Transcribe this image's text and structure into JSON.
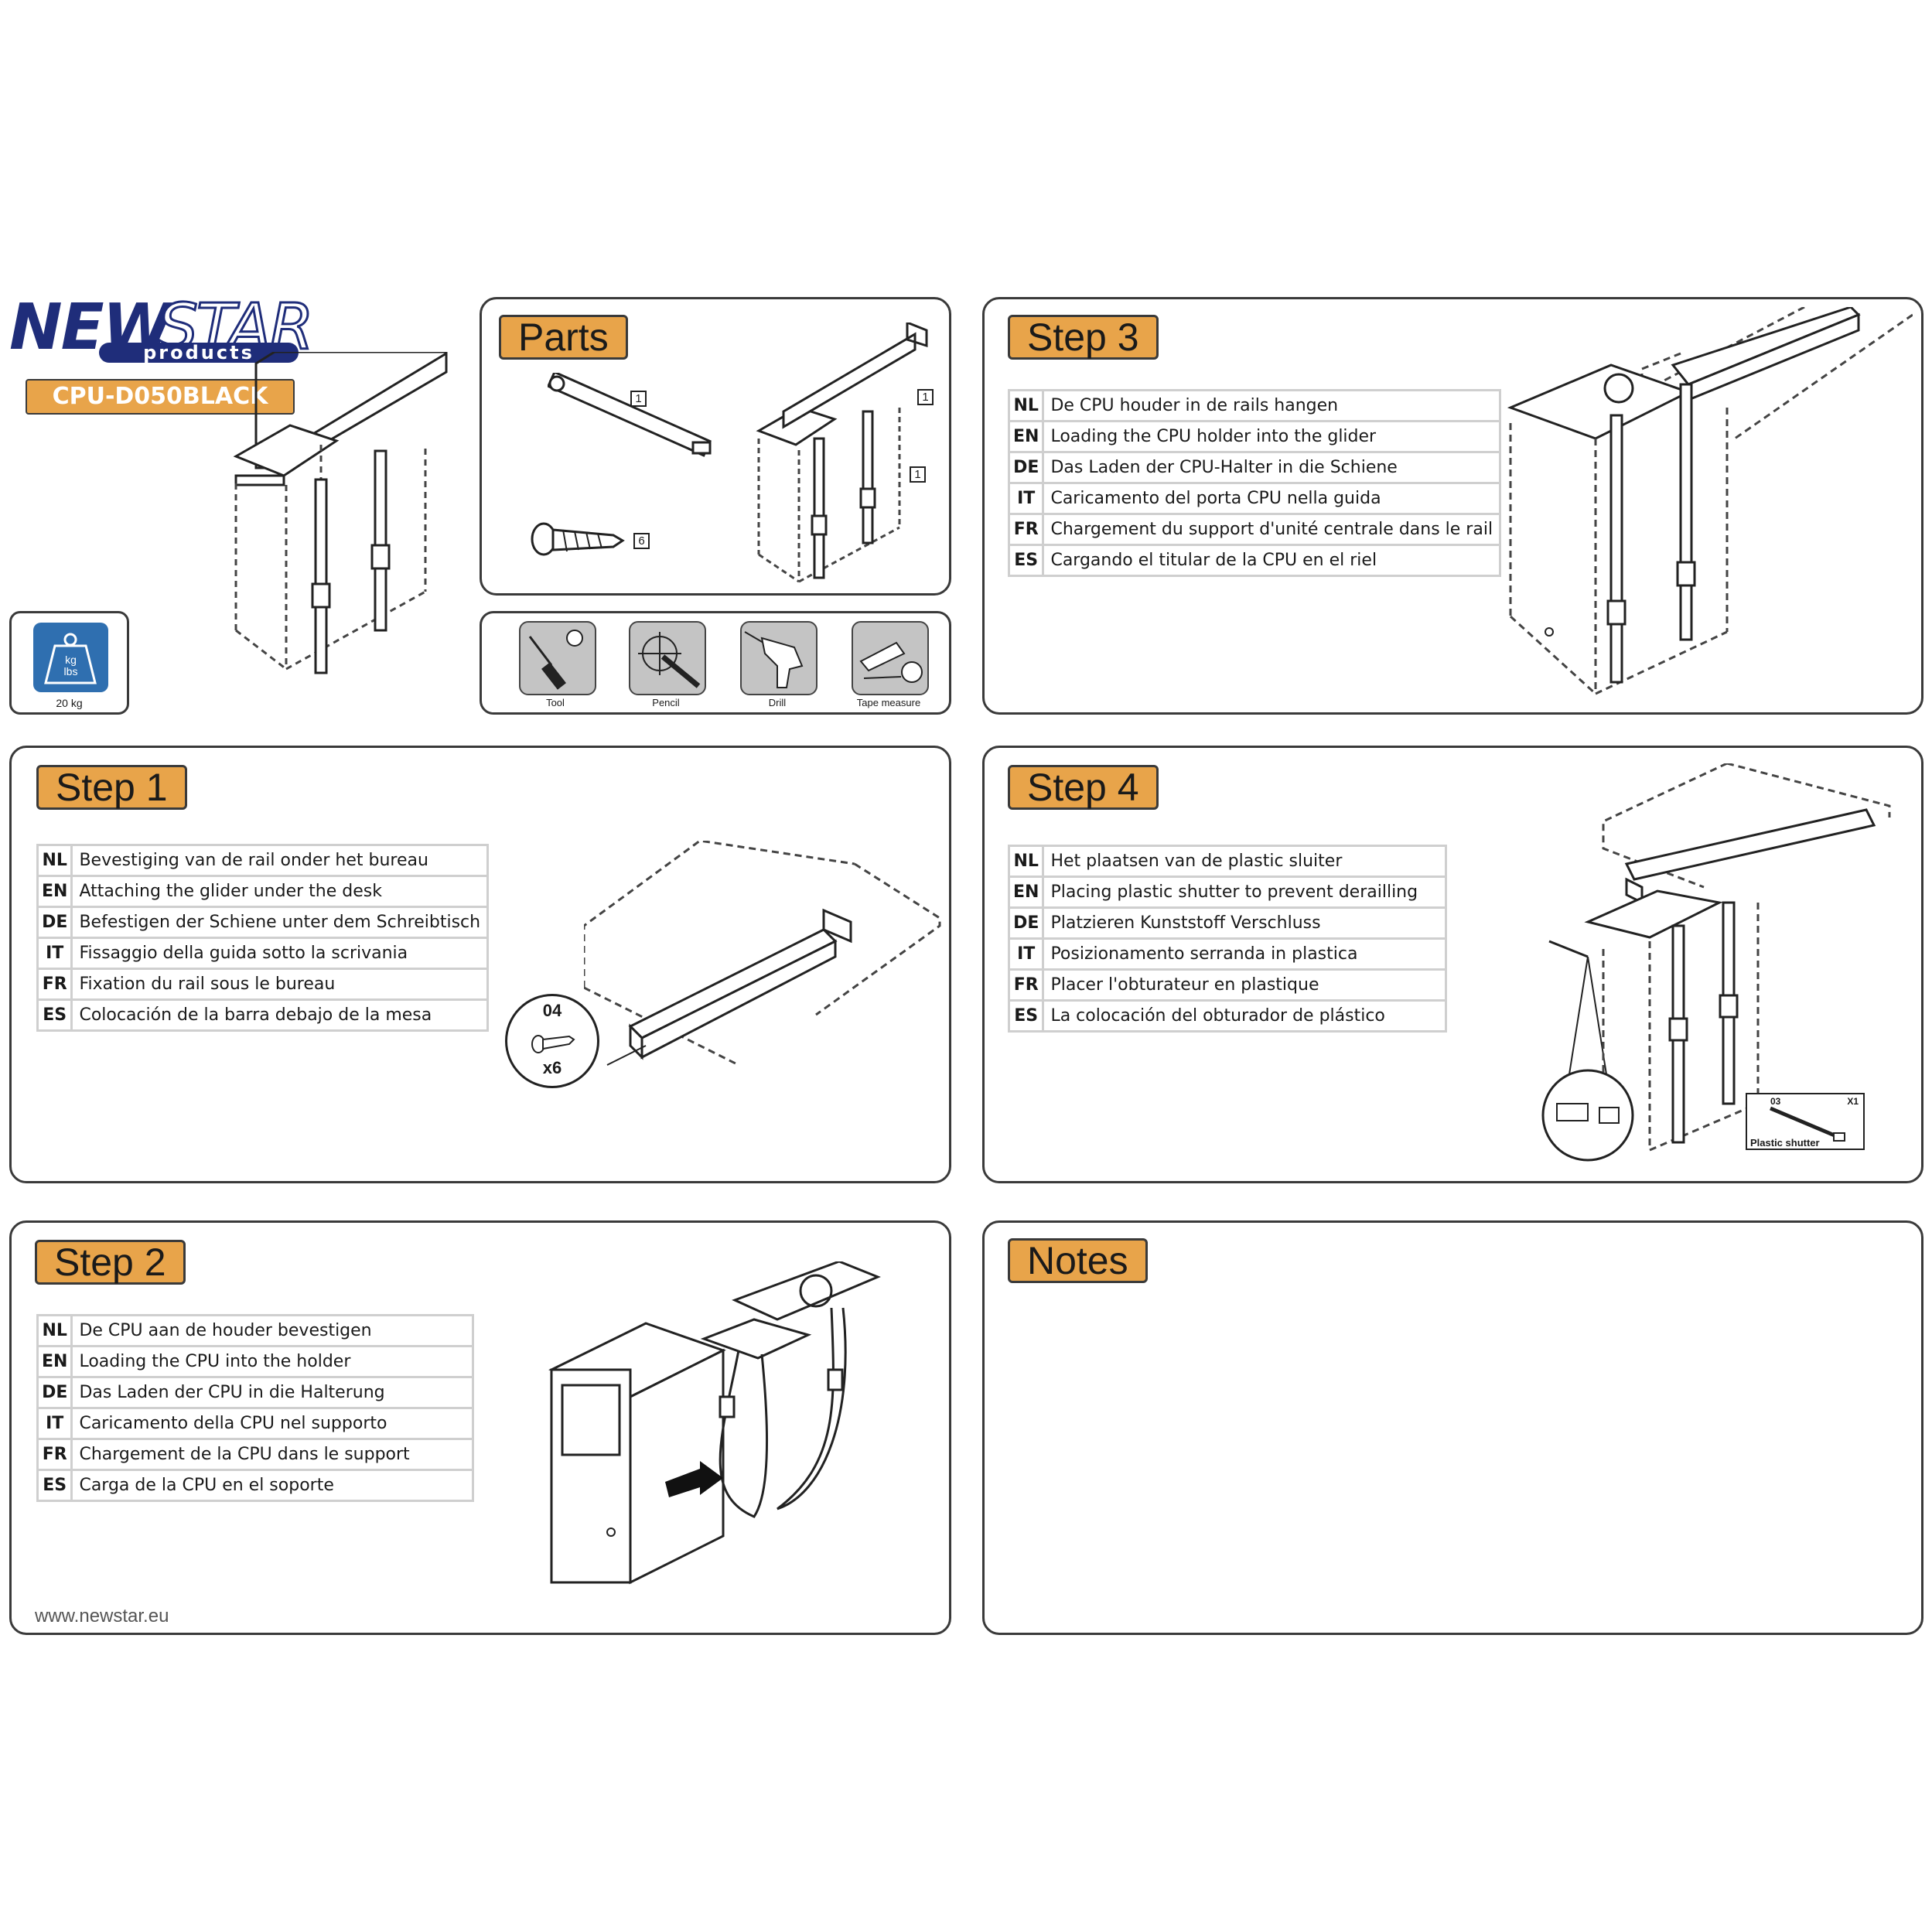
{
  "brand": {
    "name_bold": "NEW",
    "name_light": "STAR",
    "sub": "products",
    "model": "CPU-D050BLACK",
    "weight_unit_1": "kg",
    "weight_unit_2": "lbs",
    "weight_value": "20 kg",
    "website": "www.newstar.eu"
  },
  "colors": {
    "accent": "#e8a44a",
    "brand_blue": "#1f2d7a",
    "weight_blue": "#2f6fb0",
    "border": "#3a3a3a"
  },
  "parts": {
    "title": "Parts",
    "callout_1": "1",
    "callout_6": "6",
    "tools": [
      "Tool",
      "Pencil",
      "Drill",
      "Tape measure"
    ]
  },
  "step1": {
    "title": "Step 1",
    "rows": [
      {
        "code": "NL",
        "text": "Bevestiging van de rail onder het bureau"
      },
      {
        "code": "EN",
        "text": "Attaching the glider under the desk"
      },
      {
        "code": "DE",
        "text": "Befestigen der Schiene unter dem Schreibtisch"
      },
      {
        "code": "IT",
        "text": "Fissaggio della guida sotto la scrivania"
      },
      {
        "code": "FR",
        "text": "Fixation du rail sous le bureau"
      },
      {
        "code": "ES",
        "text": "Colocación de la barra debajo de la mesa"
      }
    ],
    "screw_code": "04",
    "screw_qty": "x6"
  },
  "step2": {
    "title": "Step 2",
    "rows": [
      {
        "code": "NL",
        "text": "De CPU aan de houder bevestigen"
      },
      {
        "code": "EN",
        "text": "Loading the CPU into the holder"
      },
      {
        "code": "DE",
        "text": "Das Laden der CPU in die Halterung"
      },
      {
        "code": "IT",
        "text": "Caricamento della CPU nel supporto"
      },
      {
        "code": "FR",
        "text": "Chargement de la CPU dans le support"
      },
      {
        "code": "ES",
        "text": "Carga de la CPU en el soporte"
      }
    ]
  },
  "step3": {
    "title": "Step 3",
    "rows": [
      {
        "code": "NL",
        "text": "De CPU houder in de rails hangen"
      },
      {
        "code": "EN",
        "text": "Loading the CPU holder into the glider"
      },
      {
        "code": "DE",
        "text": "Das Laden der CPU-Halter in die Schiene"
      },
      {
        "code": "IT",
        "text": "Caricamento del porta CPU nella guida"
      },
      {
        "code": "FR",
        "text": "Chargement du support d'unité centrale dans le rail"
      },
      {
        "code": "ES",
        "text": "Cargando el titular de la CPU en el riel"
      }
    ]
  },
  "step4": {
    "title": "Step 4",
    "rows": [
      {
        "code": "NL",
        "text": "Het plaatsen van de plastic sluiter"
      },
      {
        "code": "EN",
        "text": "Placing plastic shutter to prevent derailling"
      },
      {
        "code": "DE",
        "text": "Platzieren Kunststoff Verschluss"
      },
      {
        "code": "IT",
        "text": "Posizionamento serranda in plastica"
      },
      {
        "code": "FR",
        "text": "Placer l'obturateur en plastique"
      },
      {
        "code": "ES",
        "text": "La colocación del obturador de plástico"
      }
    ],
    "shutter_code": "03",
    "shutter_qty": "X1",
    "shutter_label": "Plastic shutter"
  },
  "notes": {
    "title": "Notes"
  }
}
